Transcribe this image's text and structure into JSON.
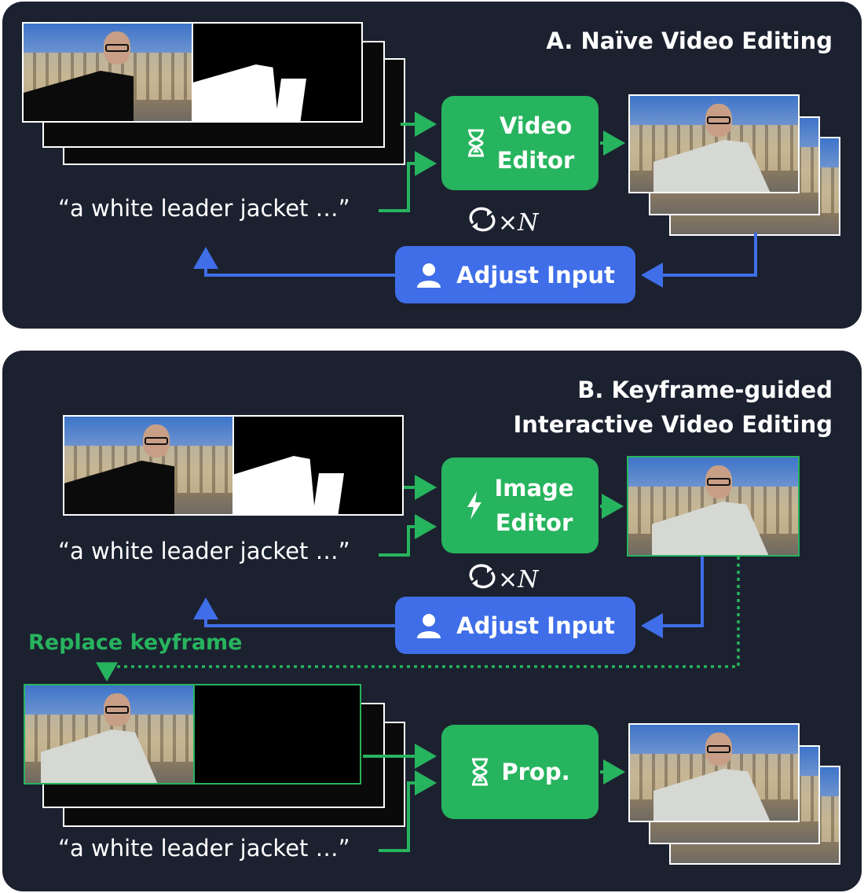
{
  "panel_a": {
    "title": "A. Naïve Video Editing",
    "prompt": "“a white leader jacket …”",
    "editor_label_line1": "Video",
    "editor_label_line2": "Editor",
    "editor_icon": "hourglass-icon",
    "loop_text": "×",
    "loop_var": "N",
    "adjust_label": "Adjust Input",
    "adjust_icon": "person-icon"
  },
  "panel_b": {
    "title_line1": "B. Keyframe-guided",
    "title_line2": "Interactive Video Editing",
    "prompt_top": "“a white leader jacket …”",
    "image_editor_line1": "Image",
    "image_editor_line2": "Editor",
    "image_editor_icon": "lightning-icon",
    "loop_text": "×",
    "loop_var": "N",
    "adjust_label": "Adjust Input",
    "adjust_icon": "person-icon",
    "replace_label": "Replace keyframe",
    "prop_label": "Prop.",
    "prop_icon": "hourglass-icon",
    "prompt_bottom": "“a white leader jacket …”"
  },
  "colors": {
    "panel_bg": "#1c2130",
    "green": "#27b45e",
    "blue": "#3f6ee8",
    "text": "#ffffff"
  }
}
